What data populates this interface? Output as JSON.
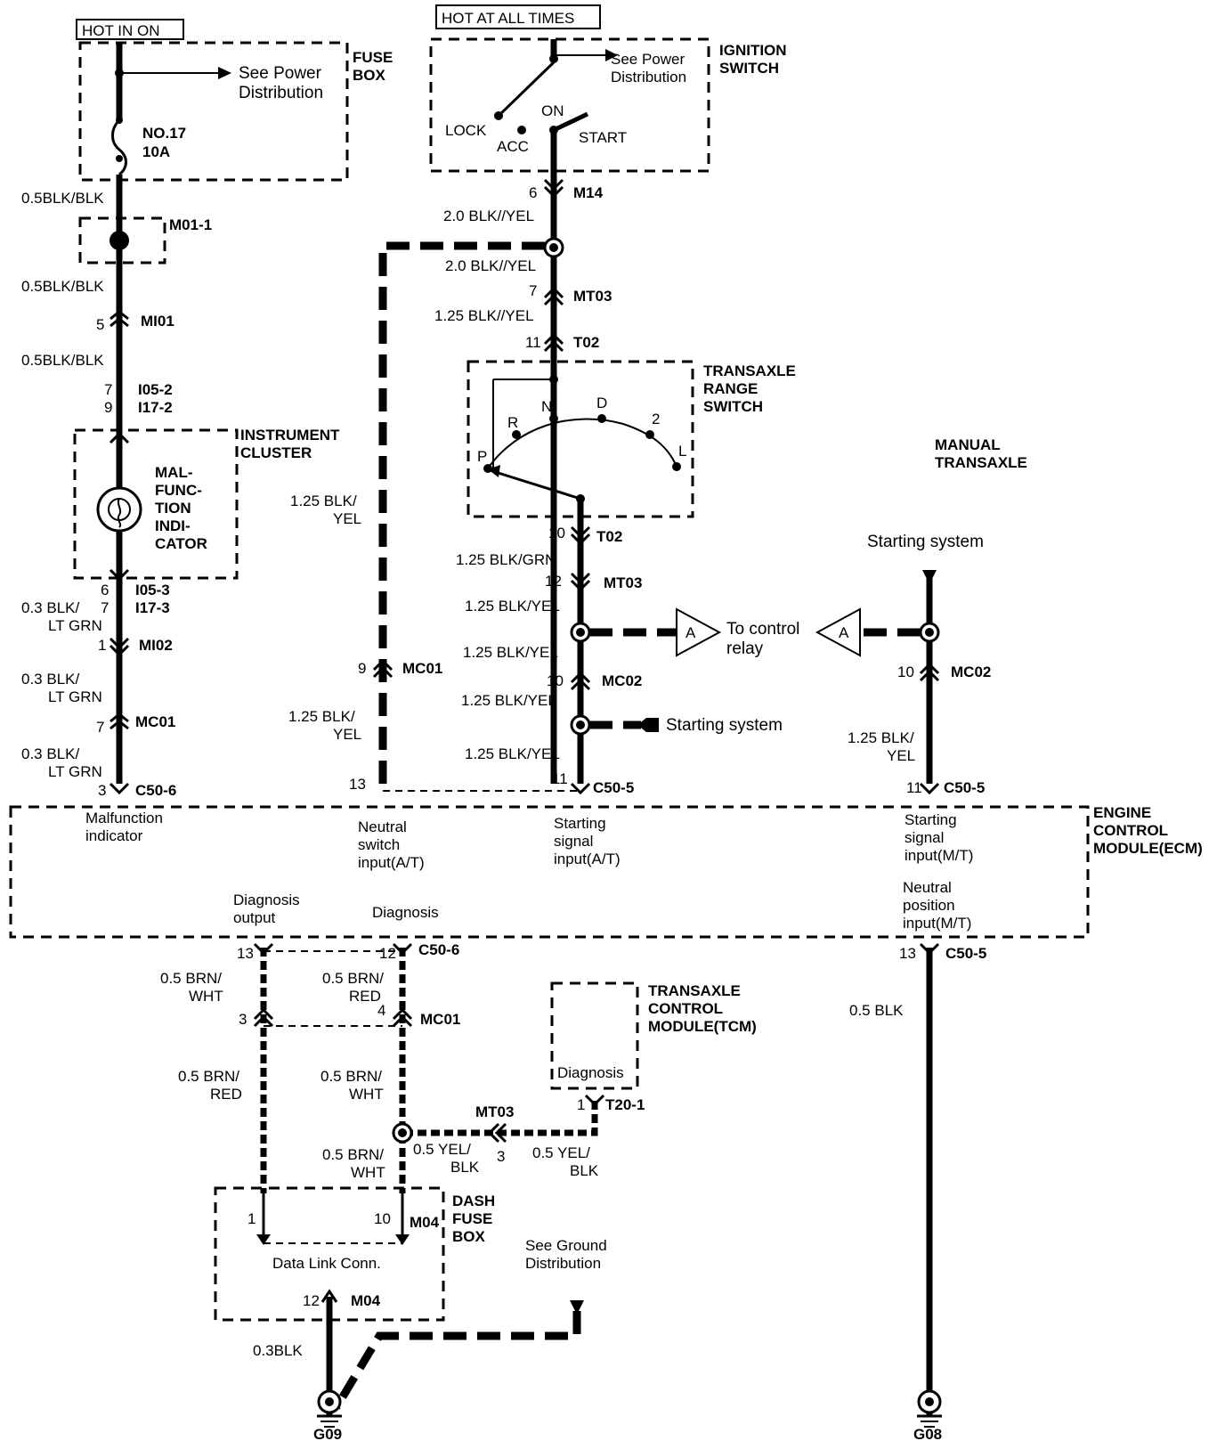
{
  "labels": {
    "hot_in_on": "HOT IN ON",
    "hot_at_all_times": "HOT AT ALL TIMES",
    "see_power": "See Power",
    "distribution": "Distribution",
    "fuse_box_1": "FUSE",
    "fuse_box_2": "BOX",
    "no17": "NO.17",
    "a10": "10A",
    "ign_1": "IGNITION",
    "ign_2": "SWITCH",
    "lock": "LOCK",
    "acc": "ACC",
    "on": "ON",
    "start": "START",
    "w_05blk_blk": "0.5BLK/BLK",
    "m01_1": "M01-1",
    "mi01": "MI01",
    "n5": "5",
    "n7": "7",
    "n9": "9",
    "i05_2": "I05-2",
    "i17_2": "I17-2",
    "inst_1": "INSTRUMENT",
    "inst_2": "CLUSTER",
    "mal_1": "MAL-",
    "mal_2": "FUNC-",
    "mal_3": "TION",
    "mal_4": "INDI-",
    "mal_5": "CATOR",
    "n6": "6",
    "i05_3": "I05-3",
    "i17_3": "I17-3",
    "w_03blk": "0.3 BLK/",
    "w_ltgrn": "LT GRN",
    "n1": "1",
    "mi02": "MI02",
    "mc01": "MC01",
    "n3": "3",
    "c50_6": "C50-6",
    "n6b": "6",
    "m14": "M14",
    "w_20blkyel": "2.0 BLK//YEL",
    "w_20blkyel_b": "2.0 BLK//YEL",
    "mt03": "MT03",
    "w_125blkyel_dbl": "1.25 BLK//YEL",
    "n11": "11",
    "t02": "T02",
    "trs_1": "TRANSAXLE",
    "trs_2": "RANGE",
    "trs_3": "SWITCH",
    "p": "P",
    "r": "R",
    "n": "N",
    "d": "D",
    "two": "2",
    "l": "L",
    "manual_1": "MANUAL",
    "manual_2": "TRANSAXLE",
    "w_125blk": "1.25 BLK/",
    "w_yel": "YEL",
    "n10": "10",
    "w_125blkgrn": "1.25 BLK/GRN",
    "n12": "12",
    "w_125blkyel": "1.25 BLK/YEL",
    "a": "A",
    "to_control": "To control",
    "relay": "relay",
    "starting_system": "Starting system",
    "mc02": "MC02",
    "n13": "13",
    "c50_5": "C50-5",
    "ecm_1": "ENGINE",
    "ecm_2": "CONTROL",
    "ecm_3": "MODULE(ECM)",
    "malf_ind_1": "Malfunction",
    "malf_ind_2": "indicator",
    "neutral_1": "Neutral",
    "neutral_2": "switch",
    "neutral_3": "input(A/T)",
    "start_at_1": "Starting",
    "start_at_2": "signal",
    "start_at_3": "input(A/T)",
    "start_mt_1": "Starting",
    "start_mt_2": "signal",
    "start_mt_3": "input(M/T)",
    "np_1": "Neutral",
    "np_2": "position",
    "np_3": "input(M/T)",
    "diag_out_1": "Diagnosis",
    "diag_out_2": "output",
    "diagnosis": "Diagnosis",
    "n4": "4",
    "w_05brn": "0.5 BRN/",
    "w_wht": "WHT",
    "w_red": "RED",
    "tcm_1": "TRANSAXLE",
    "tcm_2": "CONTROL",
    "tcm_3": "MODULE(TCM)",
    "t20_1": "T20-1",
    "w_05yel": "0.5 YEL/",
    "w_blk": "BLK",
    "w_05blk": "0.5 BLK",
    "dash_1": "DASH",
    "dash_2": "FUSE",
    "dash_3": "BOX",
    "m04": "M04",
    "dlc": "Data Link Conn.",
    "see_ground": "See Ground",
    "w_03blk_g": "0.3BLK",
    "g09": "G09",
    "g08": "G08"
  }
}
